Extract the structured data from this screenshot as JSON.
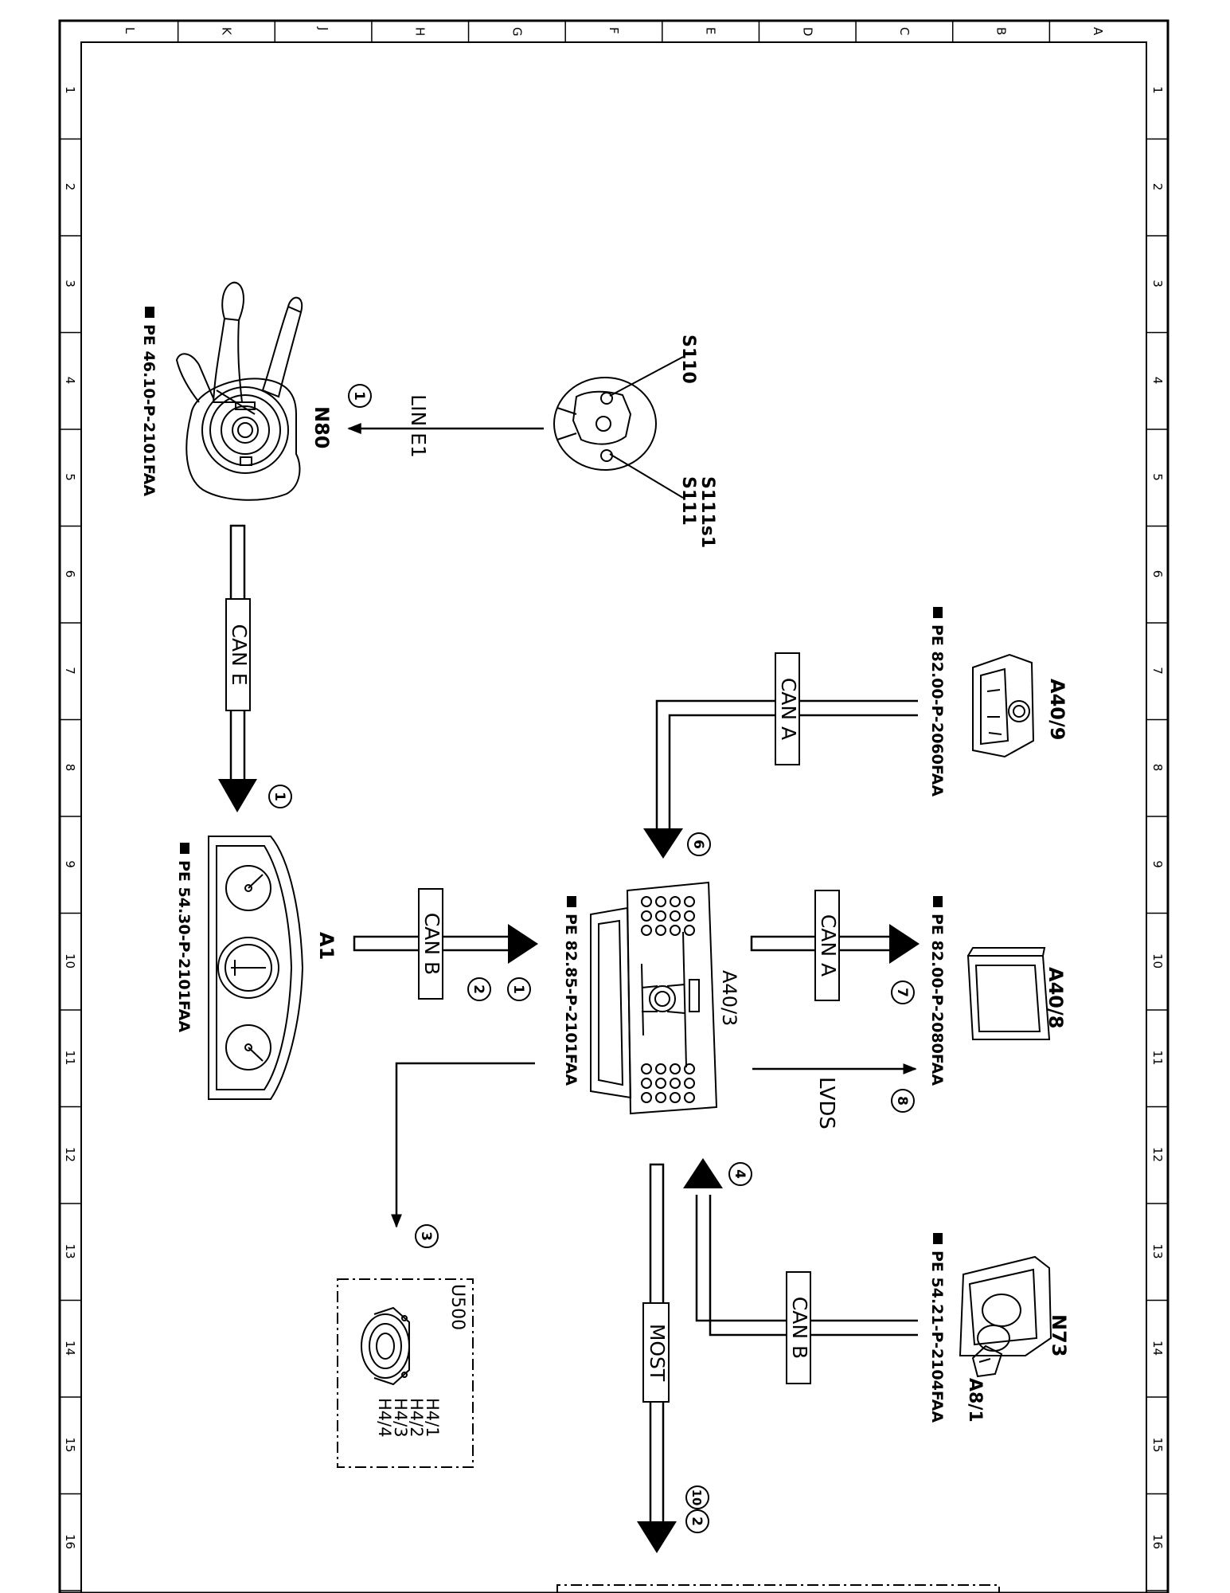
{
  "grid": {
    "columns": [
      "L",
      "K",
      "J",
      "H",
      "G",
      "F",
      "E",
      "D",
      "C",
      "B",
      "A"
    ],
    "rows": [
      "1",
      "2",
      "3",
      "4",
      "5",
      "6",
      "7",
      "8",
      "9",
      "10",
      "11",
      "12",
      "13",
      "14",
      "15",
      "16"
    ]
  },
  "components": {
    "n80": {
      "code": "N80",
      "ref": "PE 46.10-P-2101FAA"
    },
    "s110": {
      "code": "S110"
    },
    "s111": {
      "code": "S111",
      "code2": "S111s1"
    },
    "a1": {
      "code": "A1",
      "ref": "PE 54.30-P-2101FAA"
    },
    "a40_3": {
      "code": "A40/3",
      "ref": "PE 82.85-P-2101FAA"
    },
    "a40_9": {
      "code": "A40/9",
      "ref": "PE 82.00-P-2060FAA"
    },
    "a40_8": {
      "code": "A40/8",
      "ref": "PE 82.00-P-2080FAA"
    },
    "n73": {
      "code": "N73",
      "code2": "A8/1",
      "ref": "PE 54.21-P-2104FAA"
    },
    "u500": {
      "code": "U500",
      "items": [
        "H4/1",
        "H4/2",
        "H4/3",
        "H4/4"
      ]
    }
  },
  "buses": {
    "lin_e1": "LIN E1",
    "can_e": "CAN E",
    "can_b_a1": "CAN B",
    "can_a_a409": "CAN A",
    "can_a_a408": "CAN A",
    "lvds": "LVDS",
    "can_b_n73": "CAN B",
    "most": "MOST"
  },
  "markers": {
    "m_n80": "1",
    "m_cane": "1",
    "m_canb_1": "1",
    "m_canb_2": "2",
    "m_u500": "3",
    "m_n73": "4",
    "m_a409": "6",
    "m_a408": "7",
    "m_lvds": "8",
    "m_most_10": "10",
    "m_most_2": "2"
  }
}
